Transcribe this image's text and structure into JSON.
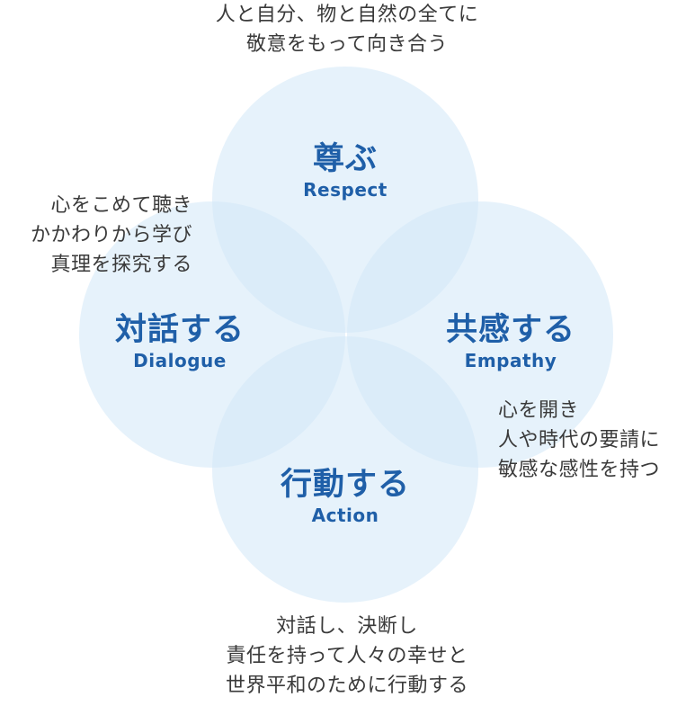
{
  "colors": {
    "circle_fill": "#d2e8f8",
    "label_text": "#1f5fa8",
    "note_text": "#3a3a3a"
  },
  "top_note": {
    "lines": [
      "人と自分、物と自然の全てに",
      "敬意をもって向き合う"
    ]
  },
  "left_note": {
    "lines": [
      "心をこめて聴き",
      "かかわりから学び",
      "真理を探究する"
    ]
  },
  "right_note": {
    "lines": [
      "心を開き",
      "人や時代の要請に",
      "敏感な感性を持つ"
    ]
  },
  "bottom_note": {
    "lines": [
      "対話し、決断し",
      "責任を持って人々の幸せと",
      "世界平和のために行動する"
    ]
  },
  "circles": {
    "respect": {
      "jp": "尊ぶ",
      "en": "Respect"
    },
    "dialogue": {
      "jp": "対話する",
      "en": "Dialogue"
    },
    "empathy": {
      "jp": "共感する",
      "en": "Empathy"
    },
    "action": {
      "jp": "行動する",
      "en": "Action"
    }
  }
}
